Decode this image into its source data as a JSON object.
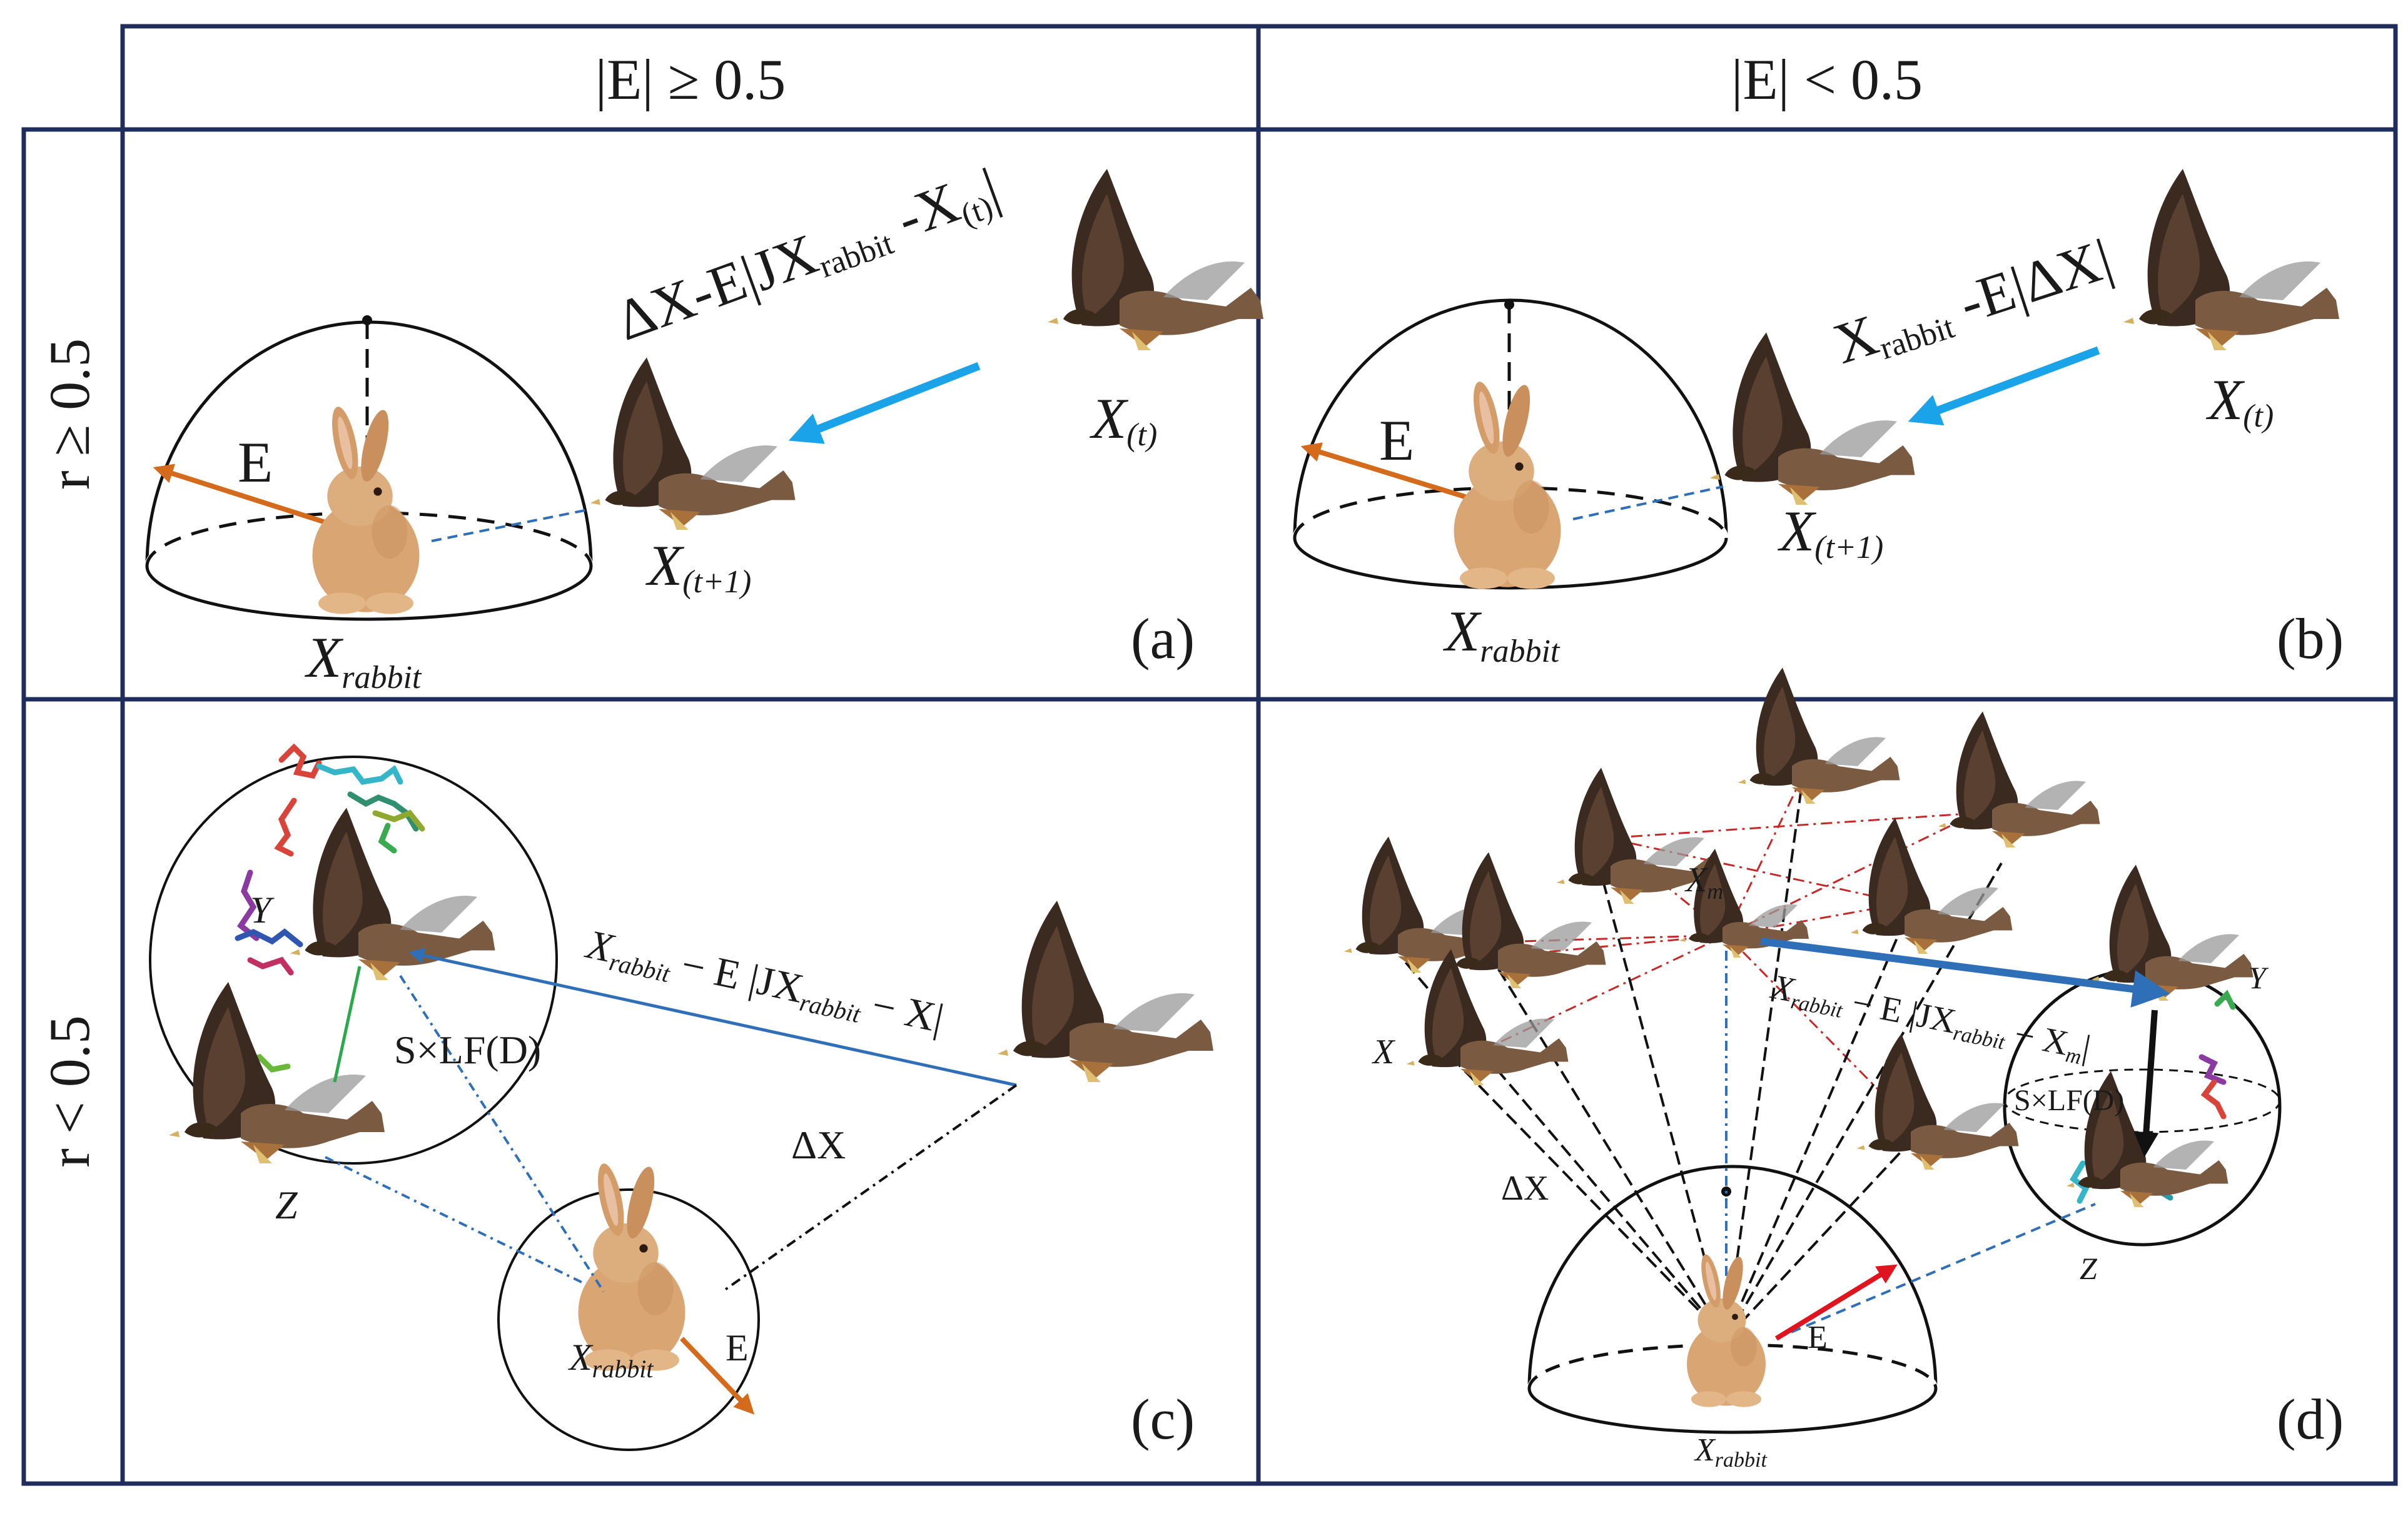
{
  "headers": {
    "col1": "|E| ≥ 0.5",
    "col2": "|E| < 0.5",
    "row1": "r ≥ 0.5",
    "row2": "r < 0.5"
  },
  "panel_a": {
    "tag": "(a)",
    "formula": "ΔX-E|JX_rabbit -X(t)|",
    "formula_parts": [
      "ΔX-E|JX",
      "rabbit",
      " -X",
      "(t)",
      "|"
    ],
    "e_label": "E",
    "x_t": [
      "X",
      "(t)"
    ],
    "x_t1": [
      "X",
      "(t+1)"
    ],
    "rabbit_label": [
      "X",
      "rabbit"
    ]
  },
  "panel_b": {
    "tag": "(b)",
    "formula": "X_rabbit -E|ΔX|",
    "formula_parts": [
      "X",
      "rabbit",
      " -E|ΔX|"
    ],
    "e_label": "E",
    "x_t": [
      "X",
      "(t)"
    ],
    "x_t1": [
      "X",
      "(t+1)"
    ],
    "rabbit_label": [
      "X",
      "rabbit"
    ]
  },
  "panel_c": {
    "tag": "(c)",
    "formula_parts": [
      "X",
      "rabbit",
      " − E |JX",
      "rabbit",
      " − X|"
    ],
    "y_label": "Y",
    "z_label": "Z",
    "slf_label": "S×LF(D)",
    "dx_label": "ΔX",
    "e_label": "E",
    "rabbit_label": [
      "X",
      "rabbit"
    ]
  },
  "panel_d": {
    "tag": "(d)",
    "formula_parts": [
      "X",
      "rabbit",
      " − E |JX",
      "rabbit",
      " − X",
      "m",
      "|"
    ],
    "xm_label": [
      "X",
      "m"
    ],
    "x_label": "X",
    "y_label": "Y",
    "z_label": "Z",
    "slf_label": "S×LF(D)",
    "dx_label": "ΔX",
    "e_label": "E",
    "rabbit_label": [
      "X",
      "rabbit"
    ]
  },
  "colors": {
    "grid": "#1f2d5c",
    "blue_arrow": "#1aa3e8",
    "orange_arrow": "#d46a1c",
    "red_arrow": "#e0141e",
    "blue_line": "#2f6fb7",
    "red_dash": "#c62828",
    "green_line": "#2aa84a"
  },
  "icons": [
    "hawk-icon",
    "rabbit-icon"
  ]
}
